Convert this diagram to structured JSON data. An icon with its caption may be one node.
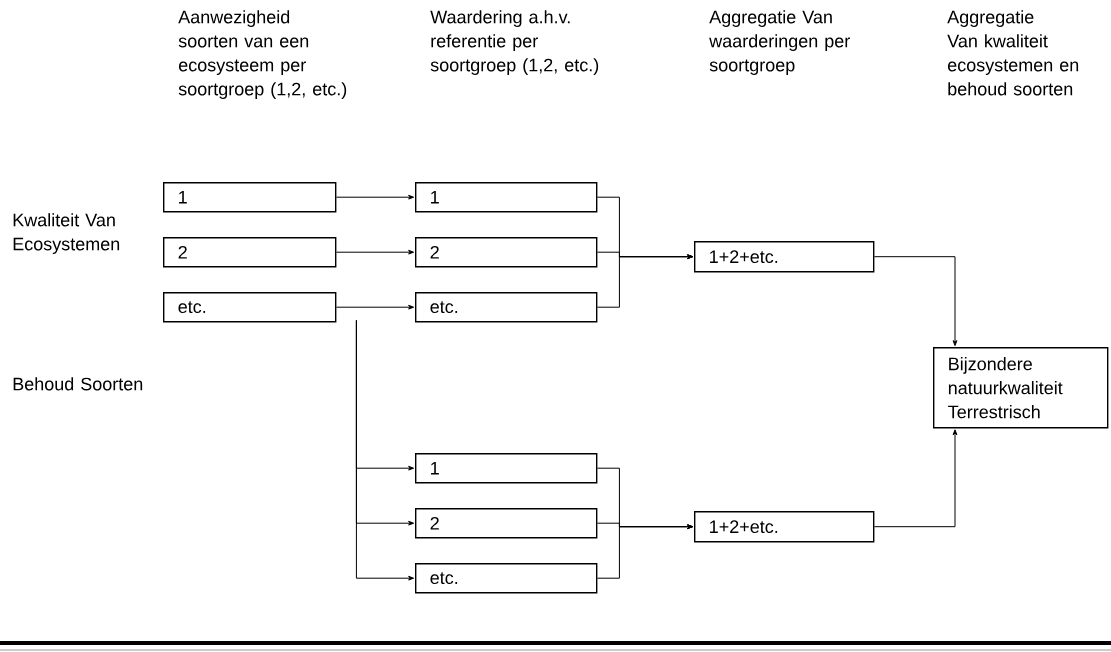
{
  "diagram": {
    "nodes": [
      {
        "text": [
          "1"
        ]
      },
      {
        "text": [
          "2"
        ]
      },
      {
        "text": [
          "etc."
        ]
      },
      {
        "text": [
          "1"
        ]
      },
      {
        "text": [
          "2"
        ]
      },
      {
        "text": [
          "etc."
        ]
      },
      {
        "text": [
          "1+2+etc."
        ]
      },
      {
        "text": [
          "Bijzondere natuurkwaliteit Terrestrisch"
        ]
      },
      {
        "text": [
          "1"
        ]
      },
      {
        "text": [
          "2"
        ]
      },
      {
        "text": [
          "etc."
        ]
      },
      {
        "text": [
          "1+2+etc."
        ]
      }
    ],
    "edges": [
      {
        "from": 0,
        "to": 3,
        "arrow": "to"
      },
      {
        "from": 1,
        "to": 4,
        "arrow": "to"
      },
      {
        "from": 2,
        "to": 5,
        "arrow": "to"
      },
      {
        "from": 3,
        "to": 6,
        "arrow": "to"
      },
      {
        "from": 4,
        "to": 6,
        "arrow": "to"
      },
      {
        "from": 5,
        "to": 6,
        "arrow": "to"
      },
      {
        "from": 6,
        "to": 7,
        "arrow": "to"
      },
      {
        "from": 2,
        "to": 8,
        "arrow": "to"
      },
      {
        "from": 2,
        "to": 9,
        "arrow": "to"
      },
      {
        "from": 2,
        "to": 10,
        "arrow": "to"
      },
      {
        "from": 8,
        "to": 11,
        "arrow": "to"
      },
      {
        "from": 9,
        "to": 11,
        "arrow": "to"
      },
      {
        "from": 10,
        "to": 11,
        "arrow": "to"
      },
      {
        "from": 11,
        "to": 7,
        "arrow": "to"
      }
    ],
    "labels": [
      "Aanwezigheid soorten van een ecosysteem per soortgroep (1,2, etc.)",
      "Waardering a.h.v. referentie per soortgroep (1,2, etc.)",
      "Aggregatie Van waarderingen per soortgroep",
      "Aggregatie Van kwaliteit ecosystemen en behoud soorten",
      "Kwaliteit Van Ecosystemen",
      "Behoud Soorten"
    ]
  }
}
